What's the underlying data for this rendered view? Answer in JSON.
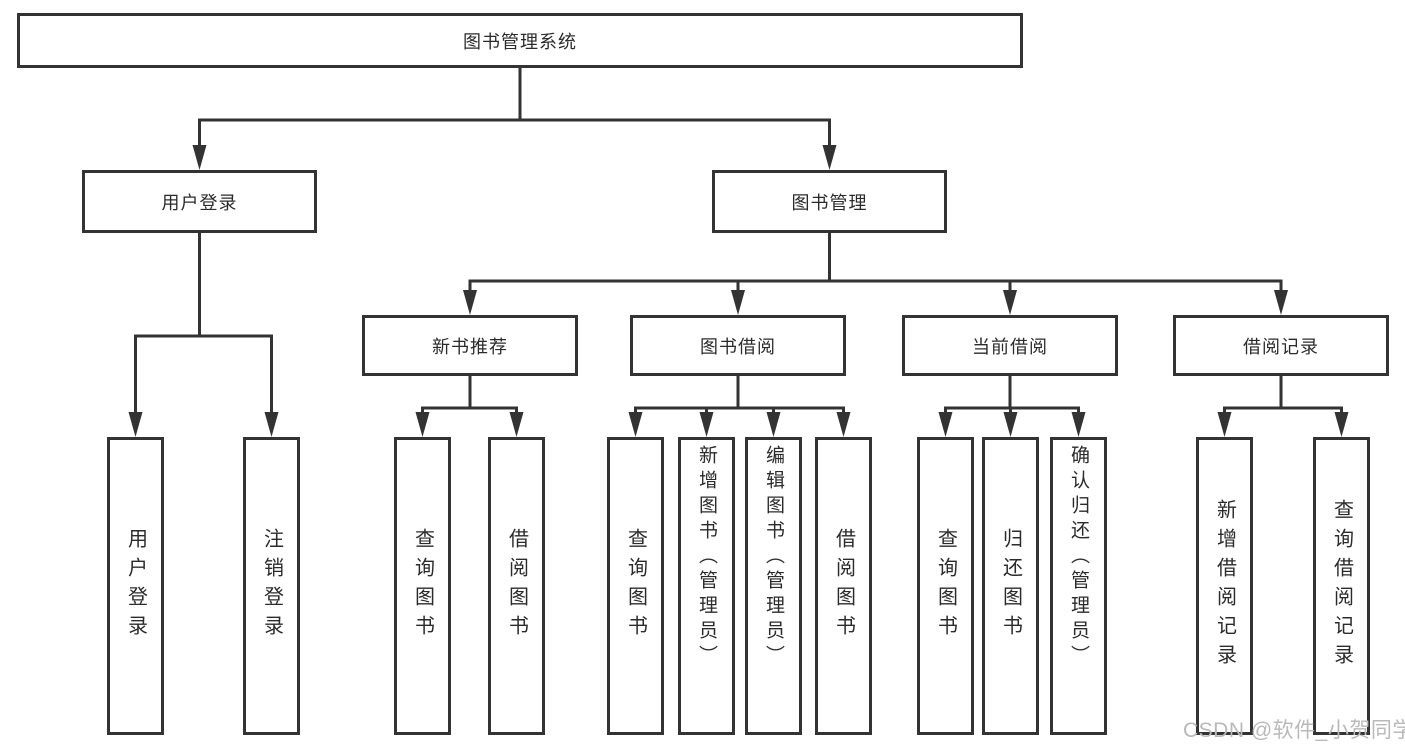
{
  "diagram": {
    "title": "图书管理系统",
    "nodes": {
      "root": {
        "label": "图书管理系统"
      },
      "user_login": {
        "label": "用户登录"
      },
      "book_management": {
        "label": "图书管理"
      },
      "new_book_recommend": {
        "label": "新书推荐"
      },
      "book_borrow": {
        "label": "图书借阅"
      },
      "current_borrow": {
        "label": "当前借阅"
      },
      "borrow_records": {
        "label": "借阅记录"
      },
      "leaf_user_login": {
        "label": "用户登录"
      },
      "leaf_logout": {
        "label": "注销登录"
      },
      "leaf_query_books_rec": {
        "label": "查询图书"
      },
      "leaf_borrow_books_rec": {
        "label": "借阅图书"
      },
      "leaf_query_books_borrow": {
        "label": "查询图书"
      },
      "leaf_add_book_admin": {
        "label": "新增图书（管理员）"
      },
      "leaf_edit_book_admin": {
        "label": "编辑图书（管理员）"
      },
      "leaf_borrow_books_borrow": {
        "label": "借阅图书"
      },
      "leaf_query_books_current": {
        "label": "查询图书"
      },
      "leaf_return_book": {
        "label": "归还图书"
      },
      "leaf_confirm_return_admin": {
        "label": "确认归还（管理员）"
      },
      "leaf_add_borrow_record": {
        "label": "新增借阅记录"
      },
      "leaf_query_borrow_record": {
        "label": "查询借阅记录"
      }
    },
    "hierarchy": {
      "图书管理系统": {
        "用户登录": [
          "用户登录",
          "注销登录"
        ],
        "图书管理": {
          "新书推荐": [
            "查询图书",
            "借阅图书"
          ],
          "图书借阅": [
            "查询图书",
            "新增图书（管理员）",
            "编辑图书（管理员）",
            "借阅图书"
          ],
          "当前借阅": [
            "查询图书",
            "归还图书",
            "确认归还（管理员）"
          ],
          "借阅记录": [
            "新增借阅记录",
            "查询借阅记录"
          ]
        }
      }
    },
    "watermark": "CSDN @软件_小贺同学",
    "colors": {
      "line": "#333333",
      "border": "#333333",
      "text": "#2b2b2b",
      "watermark": "#b9b9b9",
      "background": "#ffffff"
    }
  }
}
